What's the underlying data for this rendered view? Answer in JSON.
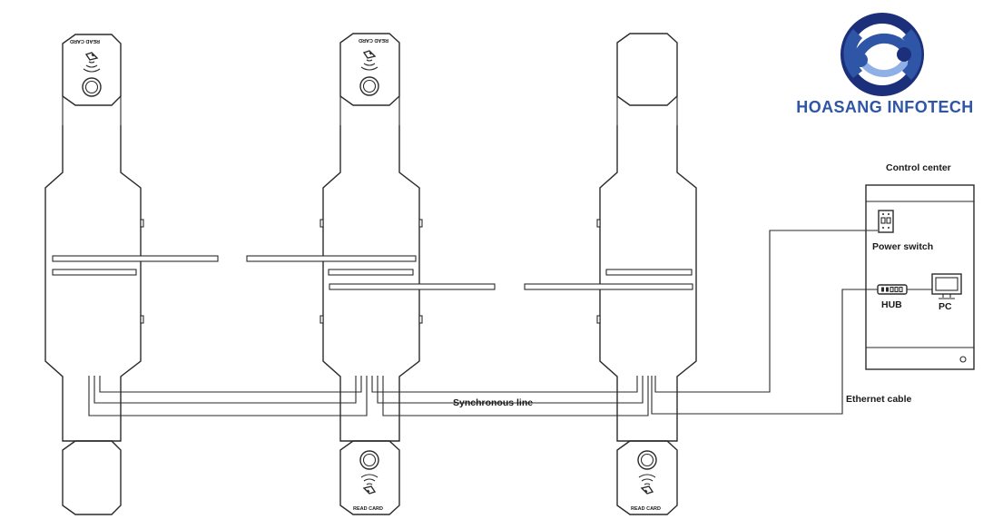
{
  "diagram": {
    "card_reader_label": "READ  CARD",
    "synchronous_line": "Synchronous line",
    "ethernet_cable": "Ethernet cable",
    "control_center": "Control center",
    "power_switch": "Power switch",
    "hub": "HUB",
    "pc": "PC"
  },
  "logo": {
    "text": "HOASANG INFOTECH",
    "colors": {
      "primary": "#2e55a6",
      "dark": "#1c2f7a",
      "light": "#8fb0e6"
    }
  }
}
